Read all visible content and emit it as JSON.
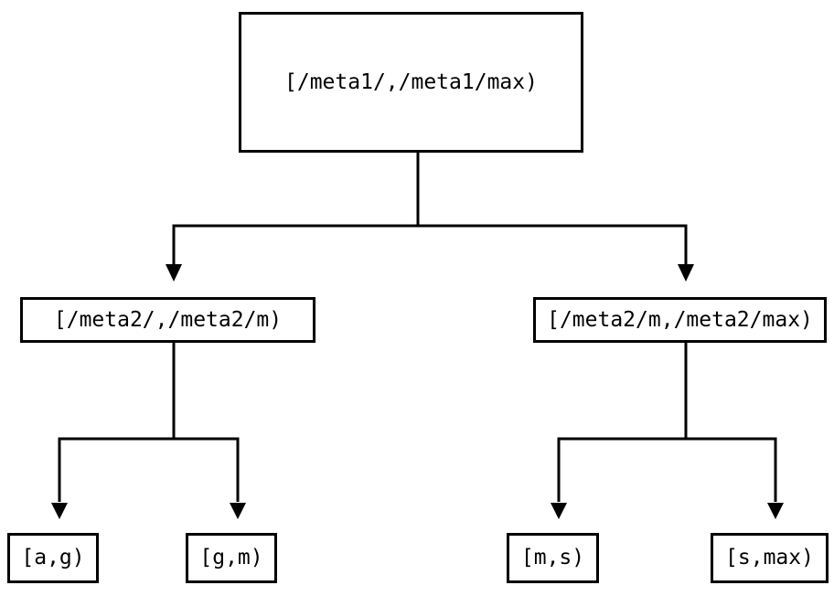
{
  "diagram": {
    "background_color": "#ffffff",
    "line_color": "#000000",
    "text_color": "#000000",
    "nodes": {
      "root": {
        "label": "[/meta1/,/meta1/max)"
      },
      "left_child": {
        "label": "[/meta2/,/meta2/m)"
      },
      "right_child": {
        "label": "[/meta2/m,/meta2/max)"
      },
      "leaf_ag": {
        "label": "[a,g)"
      },
      "leaf_gm": {
        "label": "[g,m)"
      },
      "leaf_ms": {
        "label": "[m,s)"
      },
      "leaf_smax": {
        "label": "[s,max)"
      }
    },
    "edges": [
      {
        "from": "root",
        "to": "left_child"
      },
      {
        "from": "root",
        "to": "right_child"
      },
      {
        "from": "left_child",
        "to": "leaf_ag"
      },
      {
        "from": "left_child",
        "to": "leaf_gm"
      },
      {
        "from": "right_child",
        "to": "leaf_ms"
      },
      {
        "from": "right_child",
        "to": "leaf_smax"
      }
    ]
  }
}
